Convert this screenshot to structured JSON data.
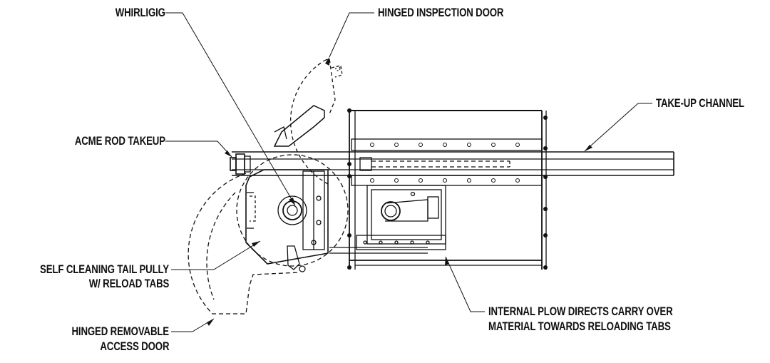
{
  "diagram": {
    "labels": {
      "whirligig": "WHIRLIGIG",
      "hinged_inspection_door": "HINGED INSPECTION DOOR",
      "acme_rod_takeup": "ACME ROD TAKEUP",
      "take_up_channel": "TAKE-UP CHANNEL",
      "self_cleaning_tail_pully_line1": "SELF CLEANING TAIL PULLY",
      "self_cleaning_tail_pully_line2": "W/ RELOAD TABS",
      "hinged_removable_access_door_line1": "HINGED REMOVABLE",
      "hinged_removable_access_door_line2": "ACCESS DOOR",
      "internal_plow_line1": "INTERNAL PLOW DIRECTS CARRY OVER",
      "internal_plow_line2": "MATERIAL TOWARDS RELOADING TABS"
    },
    "colors": {
      "line": "#111111",
      "background": "#ffffff"
    }
  }
}
